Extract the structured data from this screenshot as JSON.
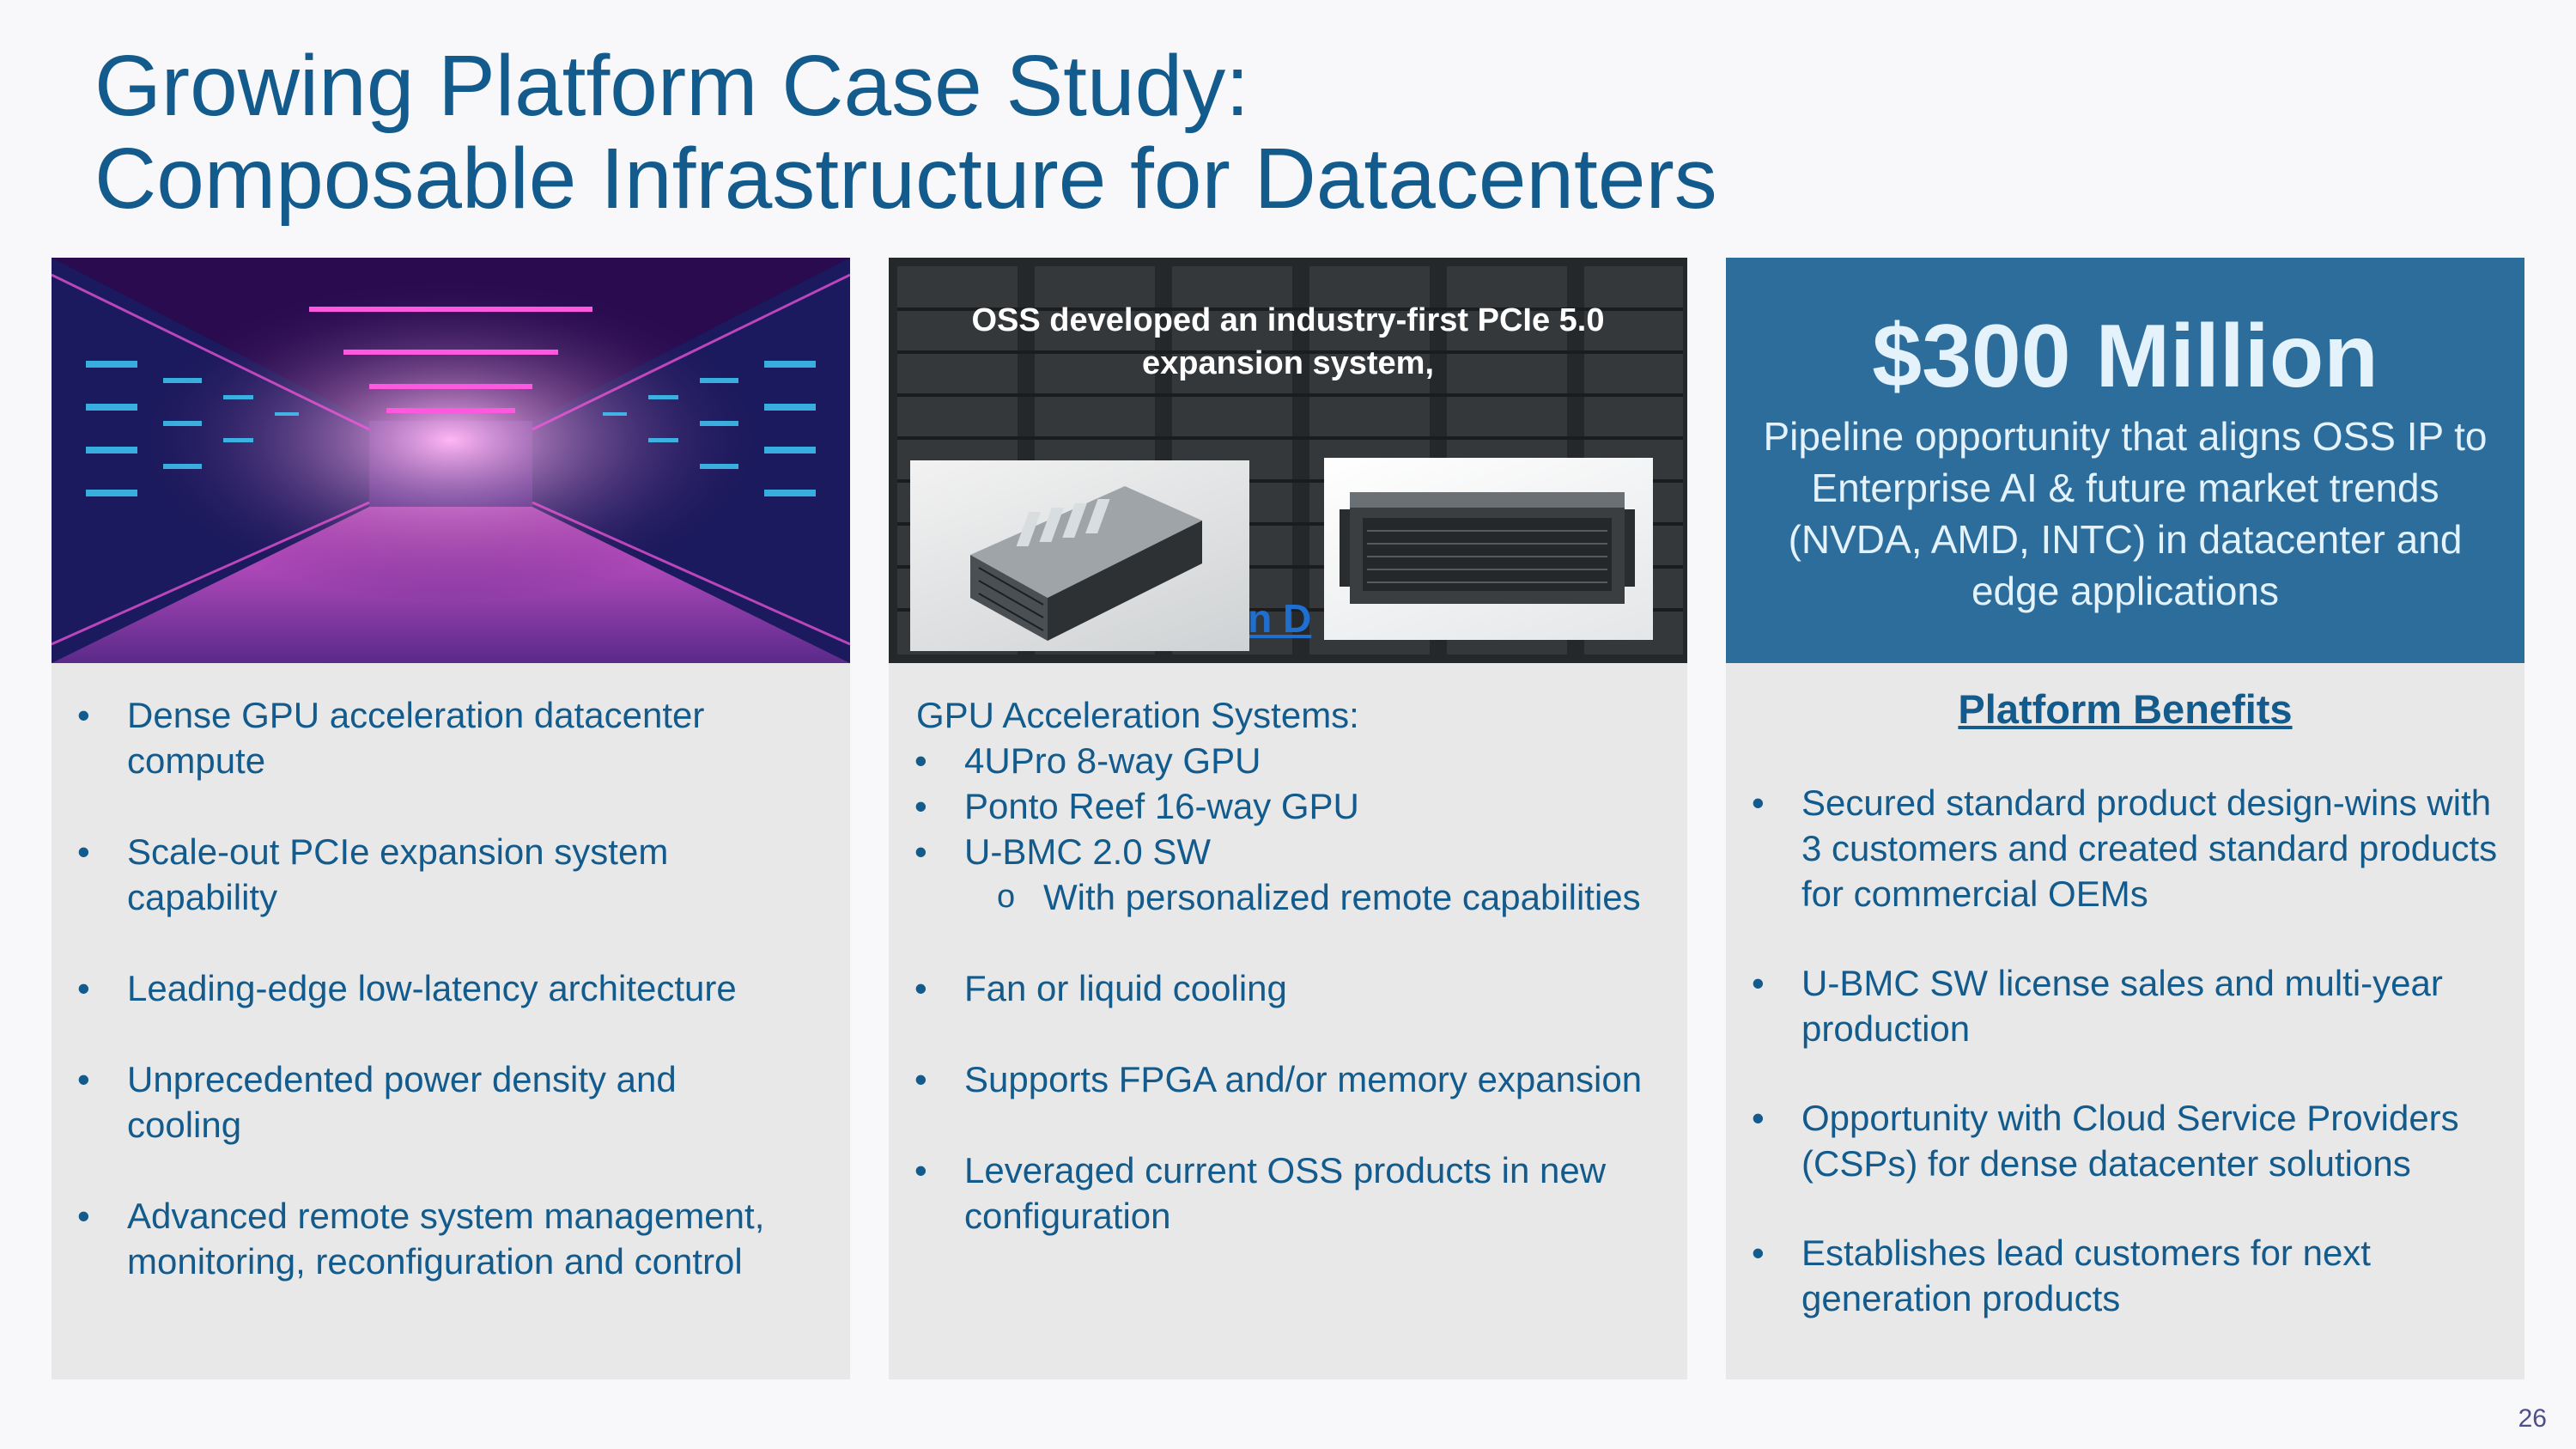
{
  "title": {
    "line1": "Growing Platform Case Study:",
    "line2": "Composable Infrastructure for Datacenters"
  },
  "left": {
    "bullets": [
      "Dense GPU acceleration datacenter compute",
      "Scale-out PCIe expansion system capability",
      "Leading-edge low-latency architecture",
      "Unprecedented power density and cooling",
      "Advanced remote system management, monitoring, reconfiguration and control"
    ]
  },
  "middle": {
    "caption": "OSS developed an industry-first PCIe 5.0 expansion system,",
    "link_fragment": "on D",
    "intro": "GPU Acceleration Systems:",
    "bullets": [
      "4UPro 8-way GPU",
      "Ponto Reef 16-way GPU",
      "U-BMC 2.0 SW",
      "Fan or liquid cooling",
      "Supports FPGA and/or memory expansion",
      "Leveraged current OSS products in new configuration"
    ],
    "sub_bullet": "With personalized remote capabilities"
  },
  "right": {
    "amount": "$300 Million",
    "description": "Pipeline opportunity that aligns OSS IP to Enterprise AI & future market trends (NVDA, AMD, INTC) in datacenter and edge applications",
    "heading": "Platform Benefits",
    "bullets": [
      "Secured standard product design-wins with 3 customers and created standard products for commercial OEMs",
      "U-BMC SW license sales and multi-year production",
      "Opportunity with Cloud Service Providers (CSPs) for dense datacenter solutions",
      "Establishes lead customers for next generation products"
    ]
  },
  "page_number": "26",
  "colors": {
    "title_blue": "#135b8c",
    "highlight_bg": "#2c6d9c",
    "card_bg": "#e8e8e8",
    "highlight_text": "#e3f2fb"
  }
}
